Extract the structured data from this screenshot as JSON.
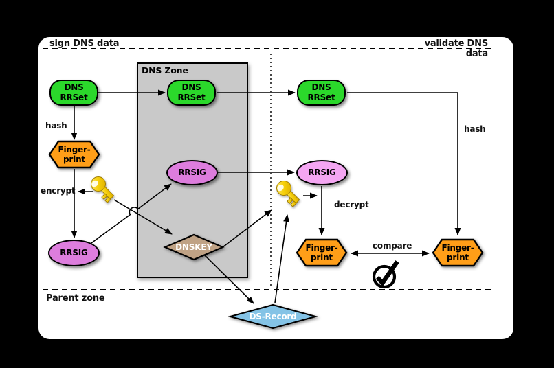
{
  "colors": {
    "background_black": "#000000",
    "panel_white": "#ffffff",
    "zone_gray": "#c9c9c9",
    "green": "#2bd82b",
    "orange": "#ff9e18",
    "violet": "#dd7ddd",
    "pink": "#f4a6f2",
    "tan": "#bfa285",
    "blue": "#84c3e6",
    "key_gold": "#f6cf0a"
  },
  "sections": {
    "sign_label": "sign DNS data",
    "validate_label": "validate DNS data",
    "zone_label": "DNS Zone",
    "parent_zone_label": "Parent zone"
  },
  "nodes": {
    "rrset": {
      "line1": "DNS",
      "line2": "RRSet"
    },
    "fingerprint": {
      "line1": "Finger-",
      "line2": "print"
    },
    "rrsig": "RRSIG",
    "dnskey": "DNSKEY",
    "ds_record": "DS-Record"
  },
  "edge_labels": {
    "hash_sign": "hash",
    "encrypt": "encrypt",
    "hash_validate": "hash",
    "decrypt": "decrypt",
    "compare": "compare"
  },
  "icons": {
    "key_sign": "key-icon",
    "key_validate": "key-icon",
    "validation": "checkmark-icon"
  }
}
